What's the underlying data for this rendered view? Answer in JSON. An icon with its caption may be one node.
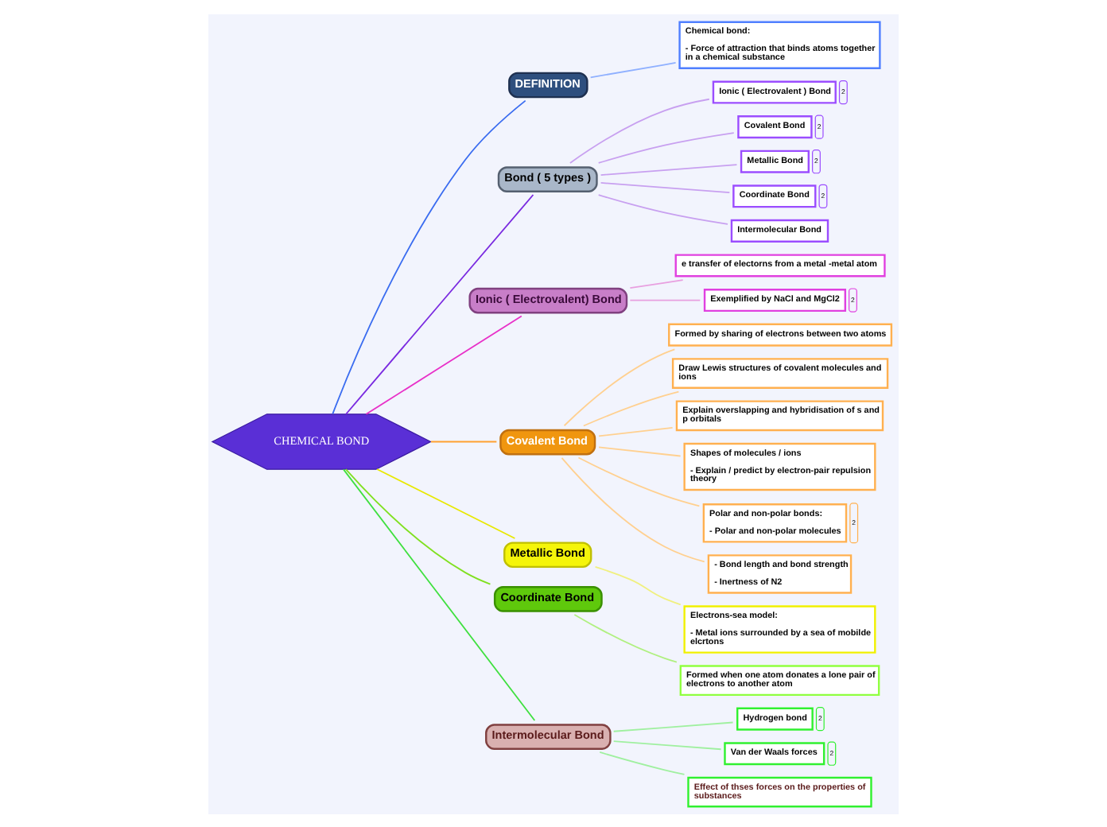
{
  "diagram": {
    "nodes": [
      {
        "text": [
          "CHEMICAL BOND"
        ]
      },
      {
        "text": [
          "DEFINITION"
        ]
      },
      {
        "text": [
          "Chemical bond:",
          "- Force of attraction that binds atoms together in a chemical substance"
        ]
      },
      {
        "text": [
          "Bond ( 5 types )"
        ]
      },
      {
        "text": [
          "Ionic ( Electrovalent ) Bond"
        ],
        "beside": [
          "2"
        ]
      },
      {
        "text": [
          "Covalent Bond"
        ],
        "beside": [
          "2"
        ]
      },
      {
        "text": [
          "Metallic Bond"
        ],
        "beside": [
          "2"
        ]
      },
      {
        "text": [
          "Coordinate Bond"
        ],
        "beside": [
          "2"
        ]
      },
      {
        "text": [
          "Intermolecular Bond"
        ]
      },
      {
        "text": [
          "Ionic ( Electrovalent) Bond"
        ]
      },
      {
        "text": [
          "e transfer of electorns from a metal -metal atom"
        ]
      },
      {
        "text": [
          "Exemplified by NaCl and MgCl2"
        ],
        "beside": [
          "2"
        ]
      },
      {
        "text": [
          "Covalent Bond"
        ]
      },
      {
        "text": [
          "Formed by sharing of electrons between two atoms"
        ]
      },
      {
        "text": [
          "Draw Lewis structures of covalent molecules and ions"
        ]
      },
      {
        "text": [
          "Explain overslapping and hybridisation of s and p orbitals"
        ]
      },
      {
        "text": [
          "Shapes of molecules / ions",
          "- Explain / predict by electron-pair repulsion theory"
        ]
      },
      {
        "text": [
          "Polar and non-polar bonds:",
          "- Polar and non-polar molecules"
        ],
        "beside": [
          "2"
        ]
      },
      {
        "text": [
          "- Bond length and bond strength",
          "- Inertness of N2"
        ]
      },
      {
        "text": [
          "Metallic Bond"
        ]
      },
      {
        "text": [
          "Electrons-sea model:",
          "- Metal ions surrounded by a sea of mobilde elcrtons"
        ]
      },
      {
        "text": [
          "Coordinate Bond"
        ]
      },
      {
        "text": [
          "Formed when one atom donates a lone pair of electrons to another atom"
        ]
      },
      {
        "text": [
          "Intermolecular Bond"
        ]
      },
      {
        "text": [
          "Hydrogen bond"
        ],
        "beside": [
          "2"
        ]
      },
      {
        "text": [
          "Van der Waals forces"
        ],
        "beside": [
          "2"
        ]
      },
      {
        "text": [
          "Effect of thses forces on the properties of substances"
        ]
      }
    ],
    "edges": [
      {
        "from": 0,
        "to": 1,
        "arrow": "none",
        "color": "#3a6cf0"
      },
      {
        "from": 1,
        "to": 2,
        "arrow": "none",
        "color": "#8fb0ff"
      },
      {
        "from": 0,
        "to": 3,
        "arrow": "none",
        "color": "#7a2ae0"
      },
      {
        "from": 3,
        "to": 4,
        "arrow": "none",
        "color": "#c8a0f0"
      },
      {
        "from": 3,
        "to": 5,
        "arrow": "none",
        "color": "#c8a0f0"
      },
      {
        "from": 3,
        "to": 6,
        "arrow": "none",
        "color": "#c8a0f0"
      },
      {
        "from": 3,
        "to": 7,
        "arrow": "none",
        "color": "#c8a0f0"
      },
      {
        "from": 3,
        "to": 8,
        "arrow": "none",
        "color": "#c8a0f0"
      },
      {
        "from": 0,
        "to": 9,
        "arrow": "none",
        "color": "#e830c8"
      },
      {
        "from": 9,
        "to": 10,
        "arrow": "none",
        "color": "#e8a0e0"
      },
      {
        "from": 9,
        "to": 11,
        "arrow": "none",
        "color": "#e8a0e0"
      },
      {
        "from": 0,
        "to": 12,
        "arrow": "none",
        "color": "#ffa030"
      },
      {
        "from": 12,
        "to": 13,
        "arrow": "none",
        "color": "#ffd090"
      },
      {
        "from": 12,
        "to": 14,
        "arrow": "none",
        "color": "#ffd090"
      },
      {
        "from": 12,
        "to": 15,
        "arrow": "none",
        "color": "#ffd090"
      },
      {
        "from": 12,
        "to": 16,
        "arrow": "none",
        "color": "#ffd090"
      },
      {
        "from": 12,
        "to": 17,
        "arrow": "none",
        "color": "#ffd090"
      },
      {
        "from": 12,
        "to": 18,
        "arrow": "none",
        "color": "#ffd090"
      },
      {
        "from": 0,
        "to": 19,
        "arrow": "none",
        "color": "#e8e800"
      },
      {
        "from": 19,
        "to": 20,
        "arrow": "none",
        "color": "#f0f080"
      },
      {
        "from": 0,
        "to": 21,
        "arrow": "none",
        "color": "#80e020"
      },
      {
        "from": 21,
        "to": 22,
        "arrow": "none",
        "color": "#b0f080"
      },
      {
        "from": 0,
        "to": 23,
        "arrow": "none",
        "color": "#40e040"
      },
      {
        "from": 23,
        "to": 24,
        "arrow": "none",
        "color": "#a0f0a0"
      },
      {
        "from": 23,
        "to": 25,
        "arrow": "none",
        "color": "#a0f0a0"
      },
      {
        "from": 23,
        "to": 26,
        "arrow": "none",
        "color": "#a0f0a0"
      }
    ]
  }
}
